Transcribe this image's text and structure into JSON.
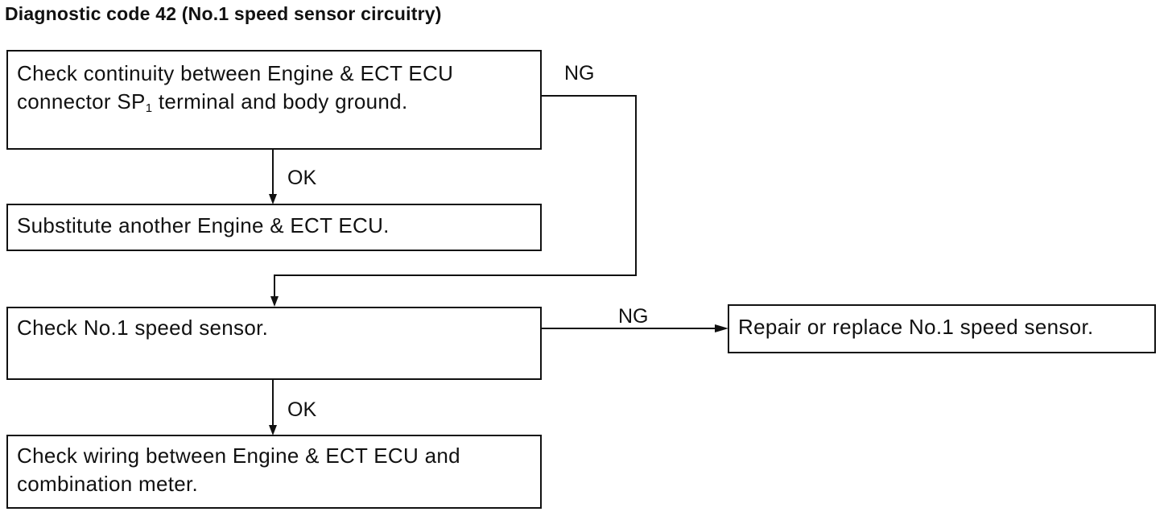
{
  "title": "Diagnostic code 42 (No.1 speed sensor circuitry)",
  "boxes": {
    "check_continuity": {
      "line1": "Check continuity between Engine & ECT ECU",
      "line2_before": "connector SP",
      "line2_sub": "1",
      "line2_after": " terminal and body ground."
    },
    "substitute_ecu": {
      "line1": "Substitute another Engine & ECT ECU."
    },
    "check_sensor": {
      "line1": "Check No.1 speed sensor."
    },
    "check_wiring": {
      "line1": "Check wiring between Engine & ECT ECU and",
      "line2": "combination meter."
    },
    "repair_sensor": {
      "line1": "Repair or replace No.1 speed sensor."
    }
  },
  "labels": {
    "continuity_ok": "OK",
    "continuity_ng": "NG",
    "sensor_ng": "NG",
    "sensor_ok": "OK"
  }
}
